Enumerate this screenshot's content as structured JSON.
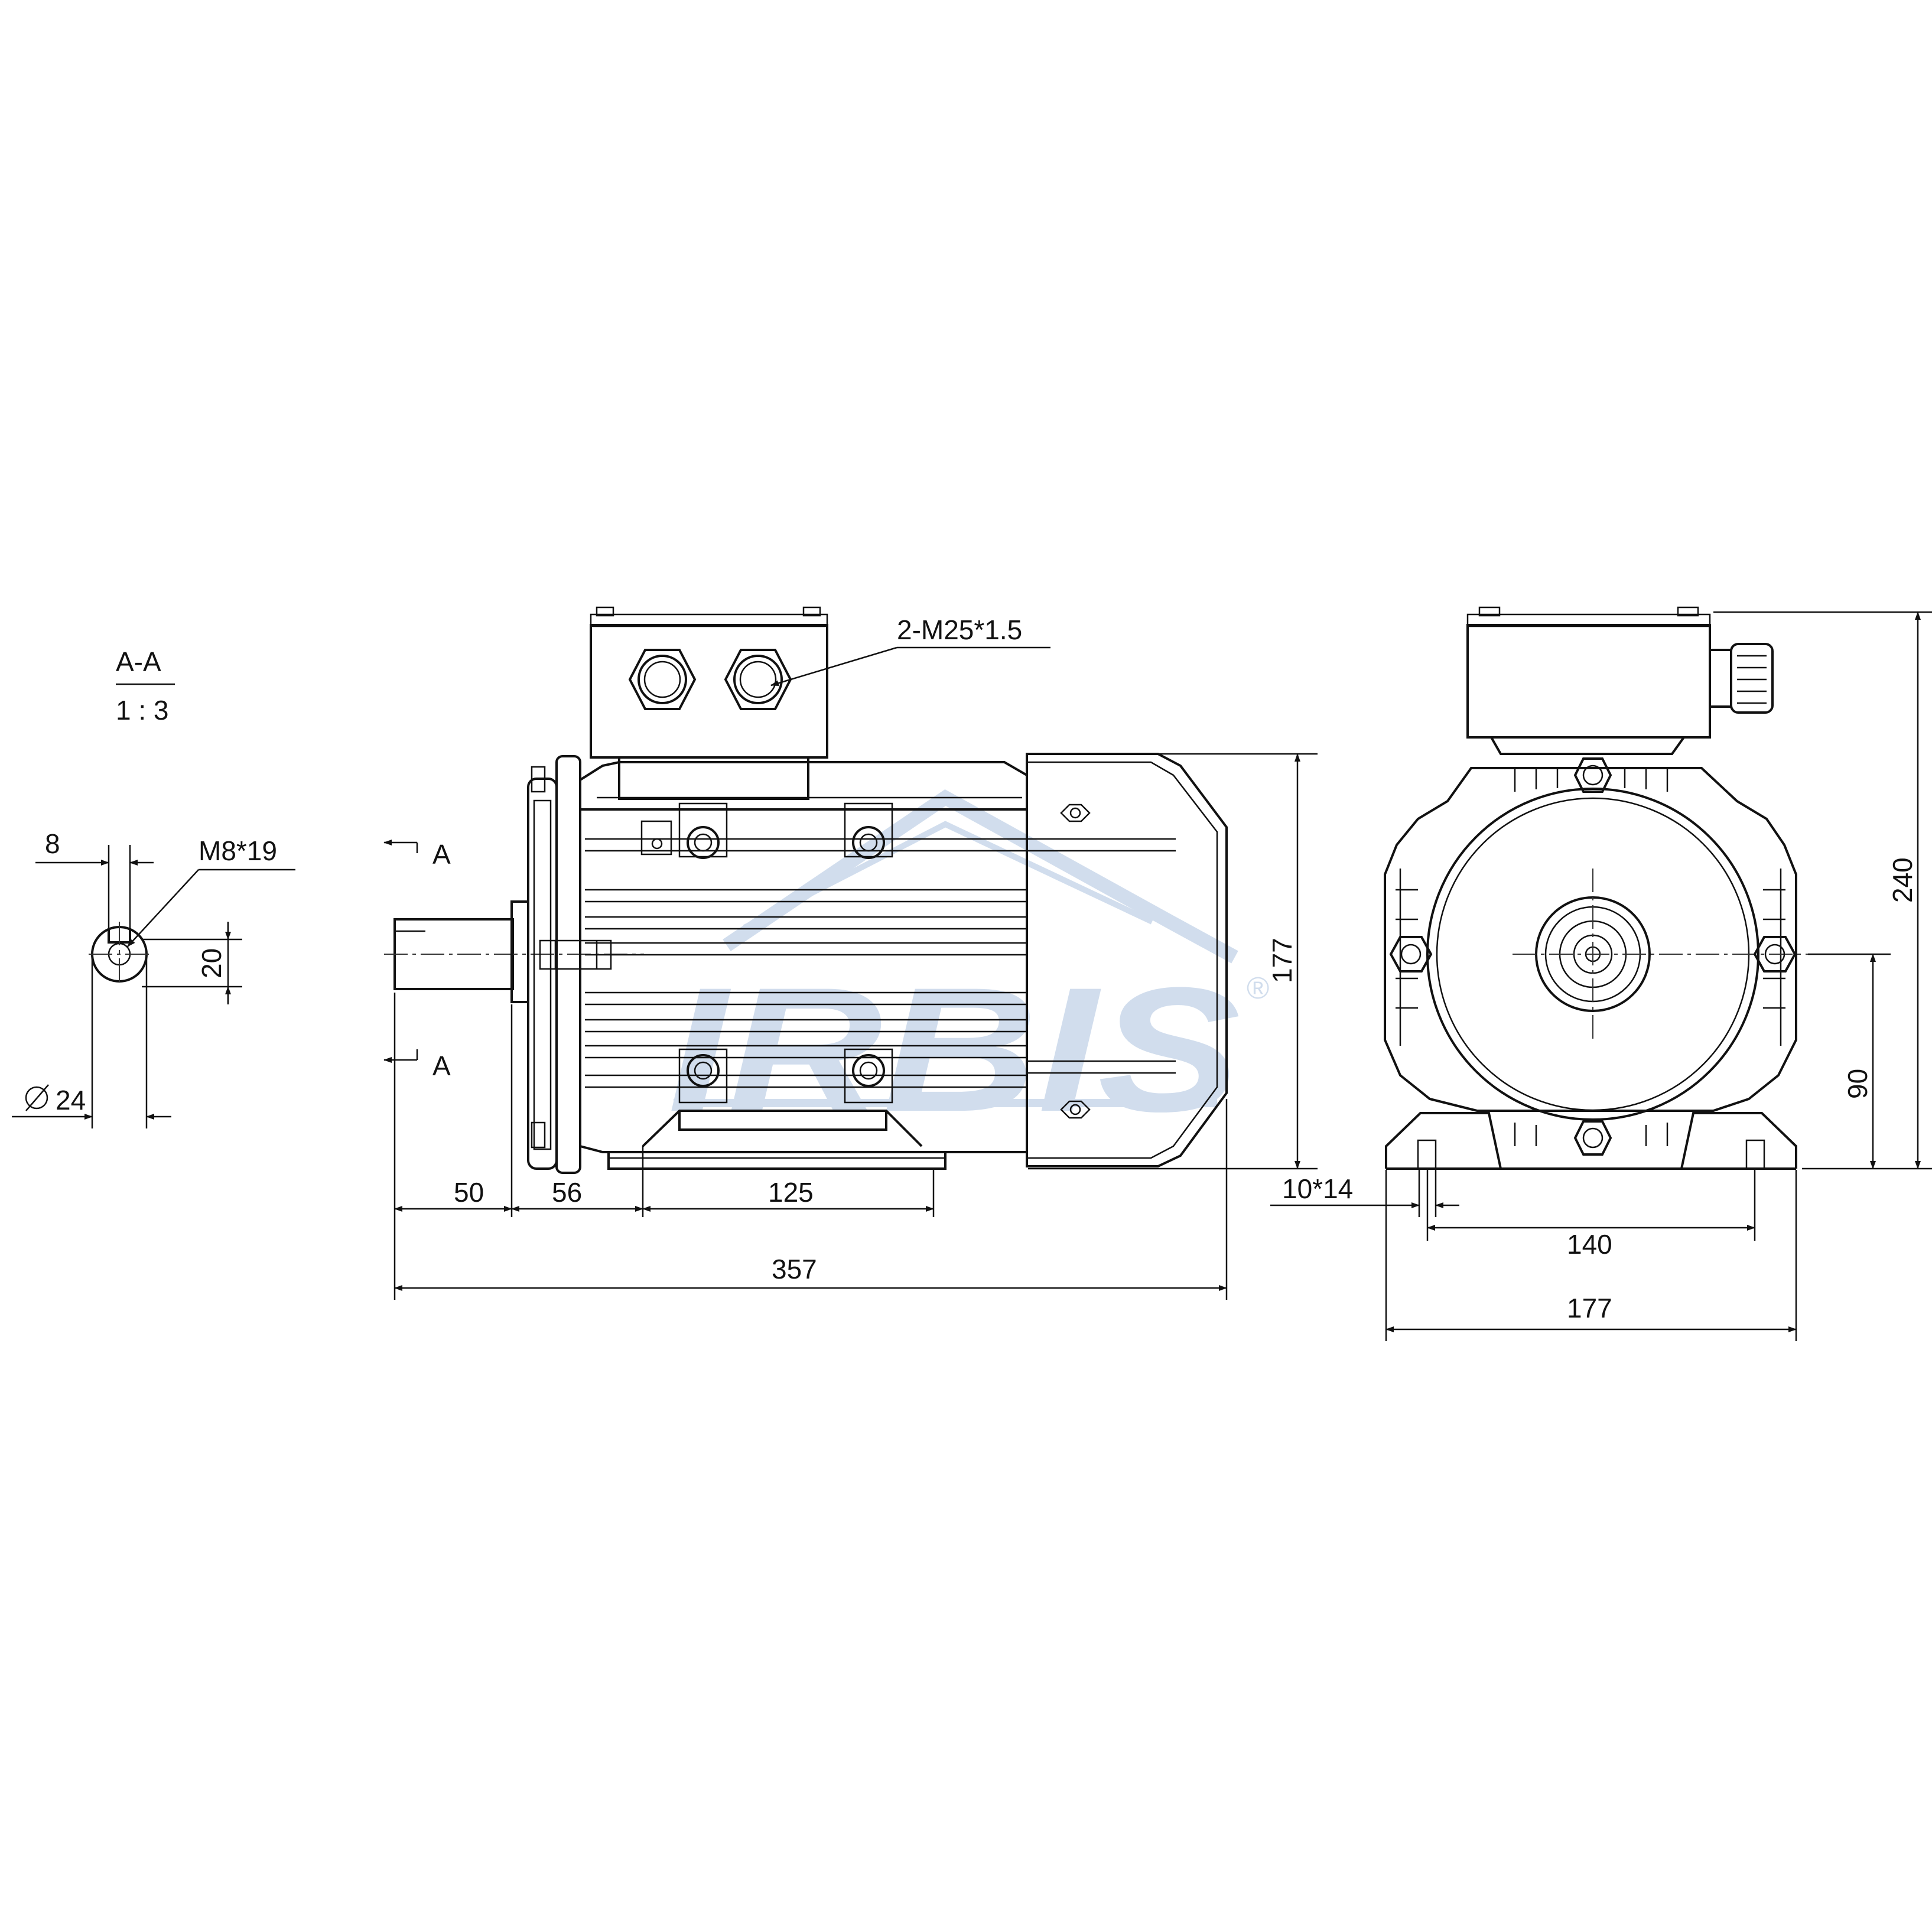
{
  "section": {
    "name": "A-A",
    "scale": "1 : 3"
  },
  "section_markers": [
    "A",
    "A"
  ],
  "labels": {
    "key_width": "8",
    "thread": "M8*19",
    "key_depth": "20",
    "shaft_diameter": "24",
    "cable_glands": "2-M25*1.5",
    "mounting_hole": "10*14"
  },
  "side_view_dims": {
    "shaft_length": "50",
    "c_dim": "56",
    "b_dim": "125",
    "total_length": "357",
    "height": "177"
  },
  "front_view_dims": {
    "total_height": "240",
    "shaft_height": "90",
    "a_dim": "140",
    "width": "177"
  },
  "logo": {
    "text": "IRBIS",
    "mark": "®",
    "color": "#c9d8ea"
  },
  "colors": {
    "line": "#111111",
    "watermark": "#c9d8ea"
  }
}
